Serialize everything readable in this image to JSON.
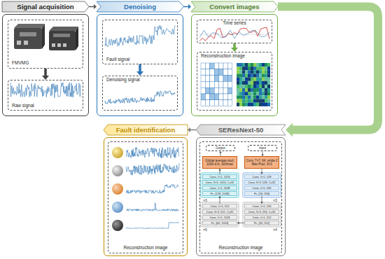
{
  "diagram": {
    "nodes": [
      {
        "text": [
          "Signal acquisition"
        ]
      },
      {
        "text": [
          "FMVMG"
        ],
        "in": 0
      },
      {
        "text": [
          "Raw signal"
        ],
        "in": 0
      },
      {
        "text": [
          "Denoising"
        ]
      },
      {
        "text": [
          "Fault signal"
        ],
        "in": 3
      },
      {
        "text": [
          "Denoising signal"
        ],
        "in": 3
      },
      {
        "text": [
          "Convert images"
        ]
      },
      {
        "text": [
          "Time series"
        ],
        "in": 6
      },
      {
        "text": [
          "Reconstruction image"
        ],
        "in": 6
      },
      {
        "text": [
          "Fault identification"
        ]
      },
      {
        "text": [
          "Reconstruction image"
        ],
        "in": 9
      },
      {
        "text": [
          "SEResNext-50"
        ]
      },
      {
        "text": [
          "Reconstruction image"
        ],
        "in": 11
      },
      {
        "text": [
          "Output"
        ],
        "in": 12
      },
      {
        "text": [
          "Input"
        ],
        "in": 12
      },
      {
        "text": [
          "Global average pool, 1000-d fc, Softmax"
        ],
        "in": 12
      },
      {
        "text": [
          "Conv, 7×7, 64, stride 2 Max Pool, 3×3"
        ],
        "in": 12
      },
      {
        "text": [
          "Conv, 1×1, 1024"
        ],
        "in": 12
      },
      {
        "text": [
          "Conv, 3×3, 1024, C=32"
        ],
        "in": 12
      },
      {
        "text": [
          "Conv, 1×1, 2048"
        ],
        "in": 12
      },
      {
        "text": [
          "Fc, [128, 2048]"
        ],
        "in": 12
      },
      {
        "text": [
          "Conv, 1×1, 128"
        ],
        "in": 12
      },
      {
        "text": [
          "Conv, 3×3, 128, C=32"
        ],
        "in": 12
      },
      {
        "text": [
          "Conv, 1×1, 256"
        ],
        "in": 12
      },
      {
        "text": [
          "Fc, [16, 256]"
        ],
        "in": 12
      },
      {
        "text": [
          "Conv, 1×1, 512"
        ],
        "in": 12
      },
      {
        "text": [
          "Conv, 3×3, 512, C=32"
        ],
        "in": 12
      },
      {
        "text": [
          "Conv, 1×1, 1024"
        ],
        "in": 12
      },
      {
        "text": [
          "Fc, [64, 1024]"
        ],
        "in": 12
      },
      {
        "text": [
          "Conv, 1×1, 256"
        ],
        "in": 12
      },
      {
        "text": [
          "Conv, 3×3, 256, C=32"
        ],
        "in": 12
      },
      {
        "text": [
          "Conv, 1×1, 512"
        ],
        "in": 12
      },
      {
        "text": [
          "Fc, [32, 512]"
        ],
        "in": 12
      }
    ],
    "edges": [
      {
        "from": 0,
        "to": 3,
        "arrow": "to"
      },
      {
        "from": 3,
        "to": 6,
        "arrow": "to"
      },
      {
        "from": 6,
        "to": 11,
        "arrow": "to"
      },
      {
        "from": 11,
        "to": 9,
        "arrow": "to"
      },
      {
        "from": 1,
        "to": 2,
        "arrow": "to"
      },
      {
        "from": 4,
        "to": 5,
        "arrow": "to"
      },
      {
        "from": 7,
        "to": 8,
        "arrow": "to"
      },
      {
        "from": 14,
        "to": 16,
        "arrow": "to"
      },
      {
        "from": 16,
        "to": 21,
        "arrow": "to"
      },
      {
        "from": 24,
        "to": 29,
        "arrow": "to"
      },
      {
        "from": 32,
        "to": 28,
        "arrow": "to"
      },
      {
        "from": 25,
        "to": 20,
        "arrow": "to"
      },
      {
        "from": 17,
        "to": 15,
        "arrow": "to"
      },
      {
        "from": 15,
        "to": 13,
        "arrow": "to"
      }
    ],
    "labels": [
      "×3",
      "×3",
      "×6",
      "×4"
    ]
  }
}
